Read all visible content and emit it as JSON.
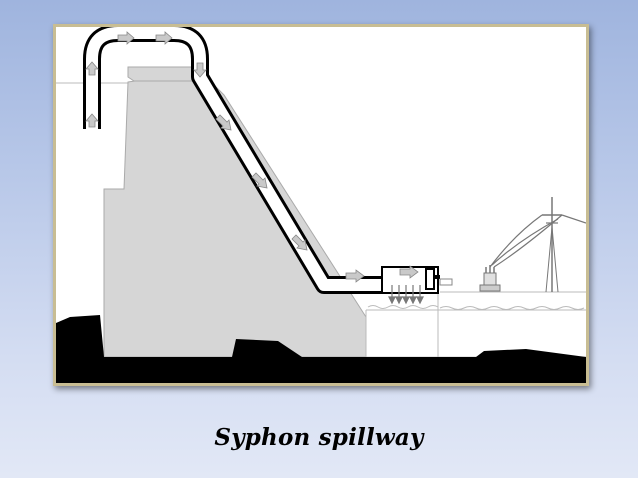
{
  "slide": {
    "caption": "Syphon spillway"
  },
  "diagram": {
    "components": [
      "dam-body",
      "syphon-pipe",
      "tailrace-channel",
      "outlet-gate",
      "transmission-tower",
      "transformer",
      "foundation"
    ],
    "flow_icon": "arrow-icon",
    "colors": {
      "background_top": "#9fb4de",
      "background_bottom": "#e2e8f6",
      "frame_border": "#c8bd93",
      "dam_fill": "#d6d6d6",
      "pipe_stroke": "#000000",
      "foundation": "#000000",
      "arrow_fill": "#c9c9c9"
    }
  }
}
